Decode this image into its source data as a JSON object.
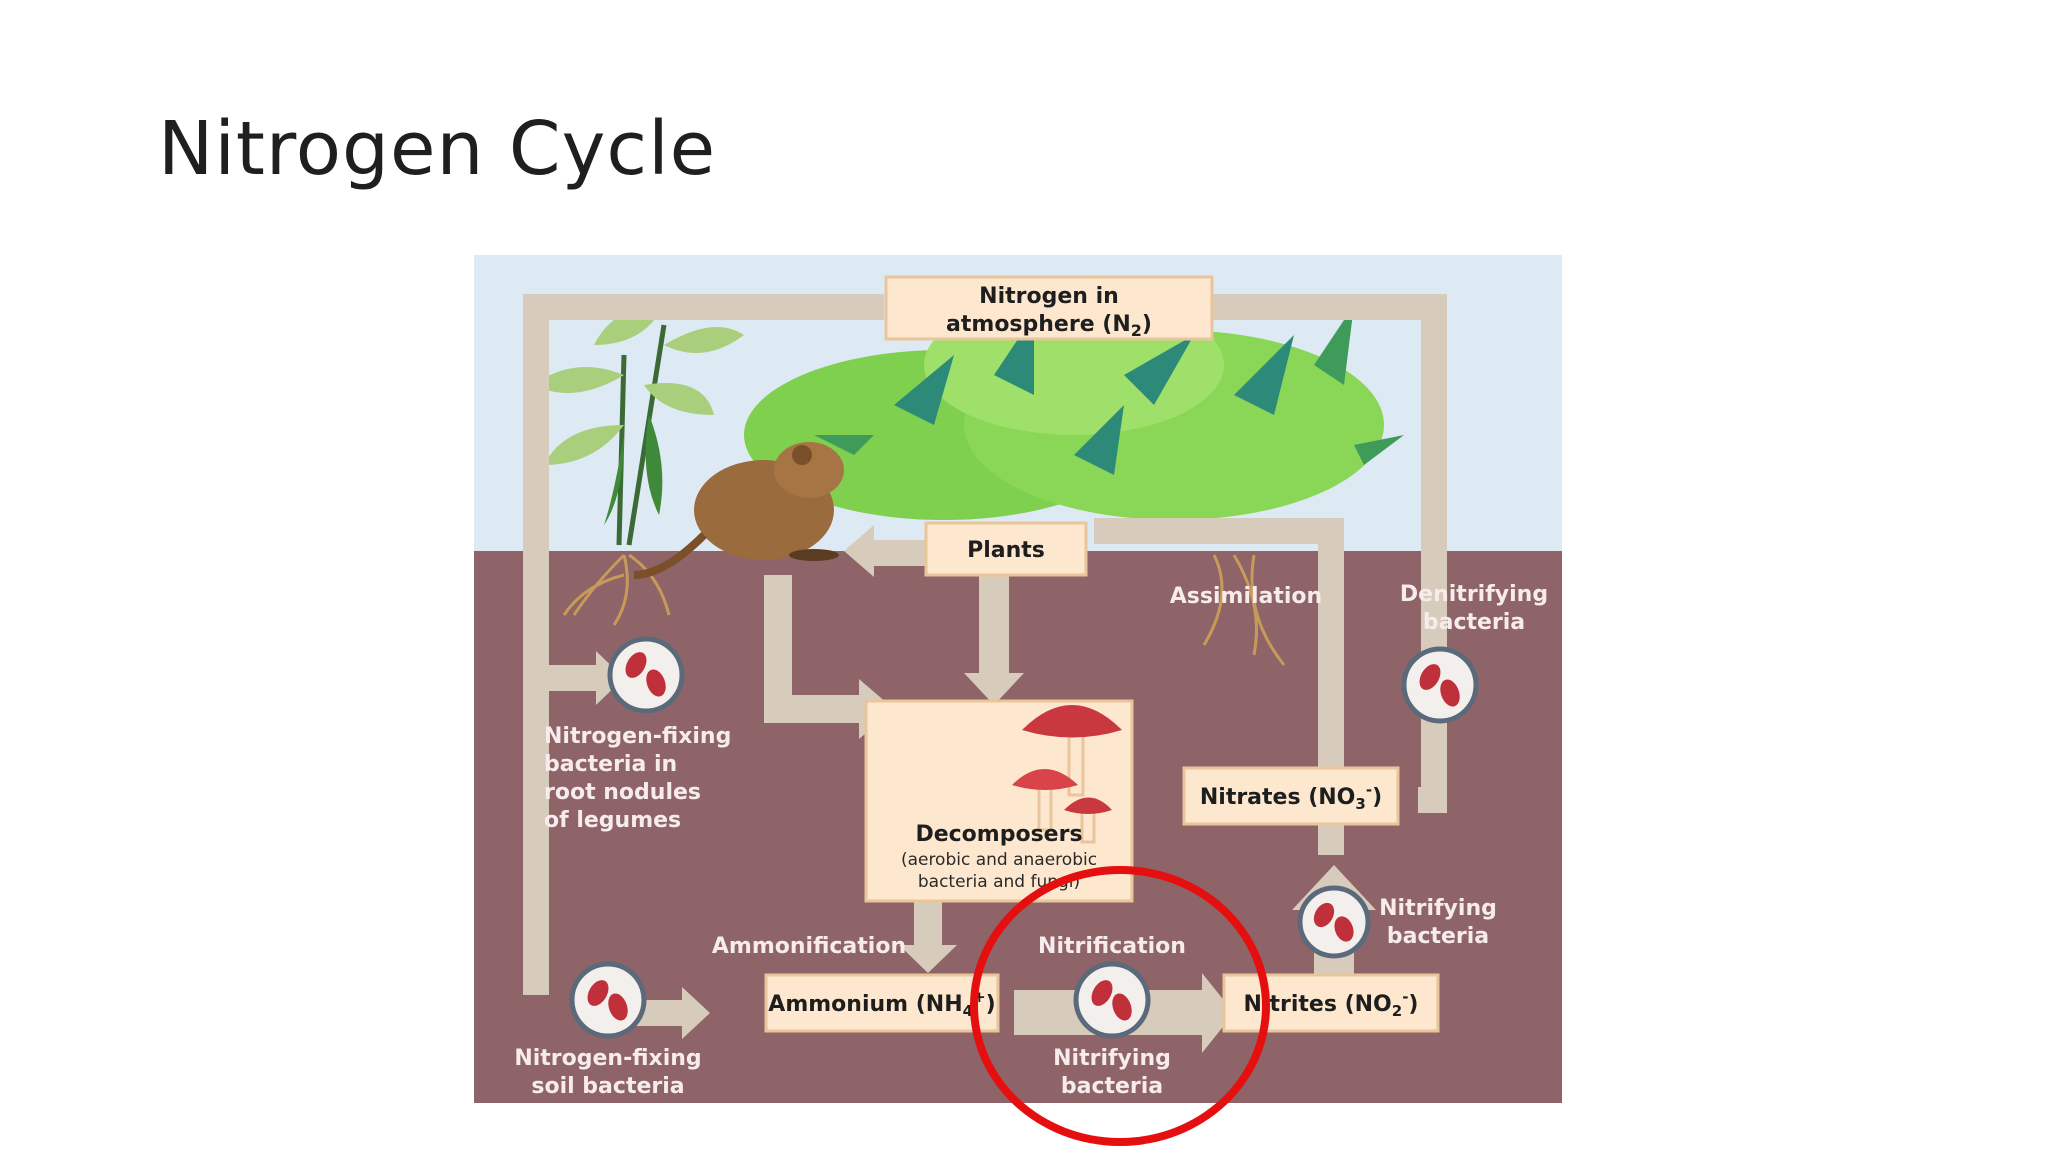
{
  "slide": {
    "title": "Nitrogen Cycle"
  },
  "diagram": {
    "nodes": {
      "atmosphere": {
        "line1": "Nitrogen in",
        "line2": "atmosphere (N",
        "sub": "2",
        "end": ")"
      },
      "plants": "Plants",
      "decomposers": {
        "title": "Decomposers",
        "line1": "(aerobic and anaerobic",
        "line2": "bacteria and fungi)"
      },
      "ammonium": {
        "pre": "Ammonium (NH",
        "sub": "4",
        "sup": "+",
        "end": ")"
      },
      "nitrites": {
        "pre": "Nitrites (NO",
        "sub": "2",
        "sup": "-",
        "end": ")"
      },
      "nitrates": {
        "pre": "Nitrates (NO",
        "sub": "3",
        "sup": "-",
        "end": ")"
      }
    },
    "labels": {
      "assimilation": "Assimilation",
      "denitrifying": [
        "Denitrifying",
        "bacteria"
      ],
      "legume_bacteria": [
        "Nitrogen-fixing",
        "bacteria in",
        "root nodules",
        "of legumes"
      ],
      "ammonification": "Ammonification",
      "nitrification": "Nitrification",
      "nitrifying_upper": [
        "Nitrifying",
        "bacteria"
      ],
      "nitrifying_lower": [
        "Nitrifying",
        "bacteria"
      ],
      "soil_bacteria": [
        "Nitrogen-fixing",
        "soil bacteria"
      ]
    },
    "colors": {
      "sky": "#dde9f3",
      "soil": "#8e6468",
      "arrow": "#d7cbbb",
      "box_fill": "#fde8cf",
      "highlight": "#e50f0f"
    }
  }
}
